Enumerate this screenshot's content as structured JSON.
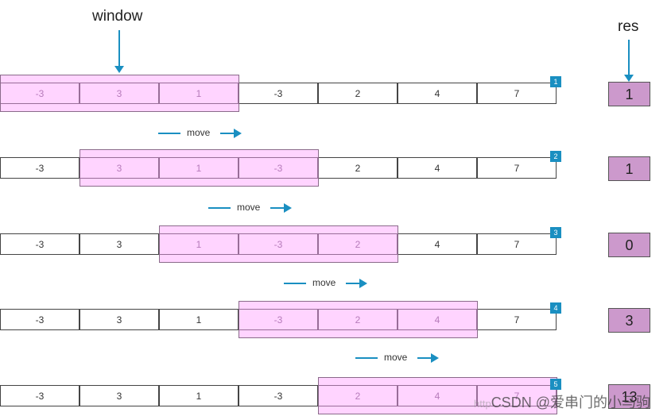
{
  "header": {
    "window_label": "window",
    "res_label": "res"
  },
  "move_label": "move",
  "rows": [
    {
      "step": "1",
      "values": [
        "-3",
        "3",
        "1",
        "-3",
        "2",
        "4",
        "7"
      ],
      "window_start": 0,
      "window_end": 3,
      "res": "1"
    },
    {
      "step": "2",
      "values": [
        "-3",
        "3",
        "1",
        "-3",
        "2",
        "4",
        "7"
      ],
      "window_start": 1,
      "window_end": 4,
      "res": "1"
    },
    {
      "step": "3",
      "values": [
        "-3",
        "3",
        "1",
        "-3",
        "2",
        "4",
        "7"
      ],
      "window_start": 2,
      "window_end": 5,
      "res": "0"
    },
    {
      "step": "4",
      "values": [
        "-3",
        "3",
        "1",
        "-3",
        "2",
        "4",
        "7"
      ],
      "window_start": 3,
      "window_end": 6,
      "res": "3"
    },
    {
      "step": "5",
      "values": [
        "-3",
        "3",
        "1",
        "-3",
        "2",
        "4",
        "7"
      ],
      "window_start": 4,
      "window_end": 7,
      "res": "13"
    }
  ],
  "watermark": {
    "faint": "http",
    "text": "CSDN @爱串门的小马驹"
  },
  "colors": {
    "accent": "#1a8fc1",
    "window_fill": "#ffa0ff",
    "res_fill": "#cc99cc"
  }
}
